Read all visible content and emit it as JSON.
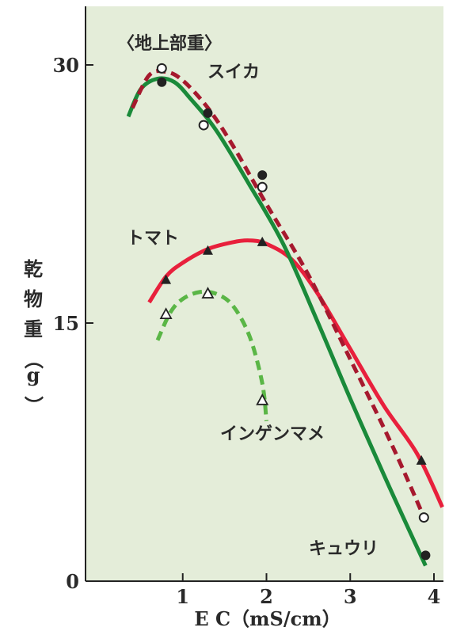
{
  "chart_data": {
    "type": "line",
    "title": "",
    "xlabel": "E C（mS/cm）",
    "ylabel": "乾物重（g）",
    "xlim": [
      0,
      4
    ],
    "ylim": [
      0,
      30
    ],
    "xticks": [
      "1",
      "2",
      "3",
      "4"
    ],
    "yticks": [
      "0",
      "15",
      "30"
    ],
    "annotation_top": "〈地上部重〉",
    "colors": {
      "background": "#e4edd9",
      "red": "#e8203c",
      "green": "#1a8a3a",
      "dark_red": "#a6192e",
      "light_green": "#5ab646",
      "text": "#2a2a2a"
    },
    "series": [
      {
        "name": "スイカ",
        "color": "#a6192e",
        "dashed": true,
        "marker": "open-circle",
        "curve": [
          [
            0.4,
            27.5
          ],
          [
            0.6,
            29.4
          ],
          [
            0.8,
            29.6
          ],
          [
            1.0,
            29.1
          ],
          [
            1.3,
            27.5
          ],
          [
            1.6,
            25.3
          ],
          [
            2.0,
            21.9
          ],
          [
            2.5,
            17.8
          ],
          [
            3.0,
            12.9
          ],
          [
            3.5,
            7.9
          ],
          [
            3.9,
            3.5
          ]
        ],
        "points": [
          [
            0.75,
            29.8
          ],
          [
            1.25,
            26.5
          ],
          [
            1.95,
            22.9
          ],
          [
            3.88,
            3.7
          ]
        ]
      },
      {
        "name": "キュウリ",
        "color": "#1a8a3a",
        "dashed": false,
        "marker": "filled-circle",
        "curve": [
          [
            0.35,
            27.0
          ],
          [
            0.5,
            28.6
          ],
          [
            0.7,
            29.2
          ],
          [
            0.9,
            29.0
          ],
          [
            1.1,
            28.0
          ],
          [
            1.4,
            26.2
          ],
          [
            1.8,
            23.0
          ],
          [
            2.2,
            19.6
          ],
          [
            2.6,
            15.2
          ],
          [
            3.0,
            10.6
          ],
          [
            3.4,
            6.2
          ],
          [
            3.7,
            3.0
          ],
          [
            3.9,
            0.9
          ]
        ],
        "points": [
          [
            0.75,
            29.0
          ],
          [
            1.3,
            27.2
          ],
          [
            1.95,
            23.6
          ],
          [
            3.9,
            1.5
          ]
        ]
      },
      {
        "name": "トマト",
        "color": "#e8203c",
        "dashed": false,
        "marker": "filled-triangle",
        "curve": [
          [
            0.6,
            16.2
          ],
          [
            0.8,
            17.7
          ],
          [
            1.0,
            18.5
          ],
          [
            1.3,
            19.3
          ],
          [
            1.6,
            19.7
          ],
          [
            1.8,
            19.8
          ],
          [
            2.0,
            19.6
          ],
          [
            2.3,
            18.7
          ],
          [
            2.6,
            16.8
          ],
          [
            3.0,
            13.5
          ],
          [
            3.4,
            10.2
          ],
          [
            3.8,
            7.4
          ],
          [
            4.1,
            4.3
          ]
        ],
        "points": [
          [
            0.8,
            17.5
          ],
          [
            1.3,
            19.2
          ],
          [
            1.95,
            19.7
          ],
          [
            3.85,
            7.0
          ]
        ]
      },
      {
        "name": "インゲンマメ",
        "color": "#5ab646",
        "dashed": true,
        "marker": "open-triangle",
        "curve": [
          [
            0.7,
            14.0
          ],
          [
            0.85,
            15.6
          ],
          [
            1.0,
            16.4
          ],
          [
            1.2,
            16.8
          ],
          [
            1.4,
            16.7
          ],
          [
            1.6,
            16.0
          ],
          [
            1.8,
            14.2
          ],
          [
            1.95,
            11.5
          ],
          [
            2.0,
            9.3
          ]
        ],
        "points": [
          [
            0.8,
            15.5
          ],
          [
            1.3,
            16.7
          ],
          [
            1.95,
            10.5
          ]
        ]
      }
    ]
  }
}
